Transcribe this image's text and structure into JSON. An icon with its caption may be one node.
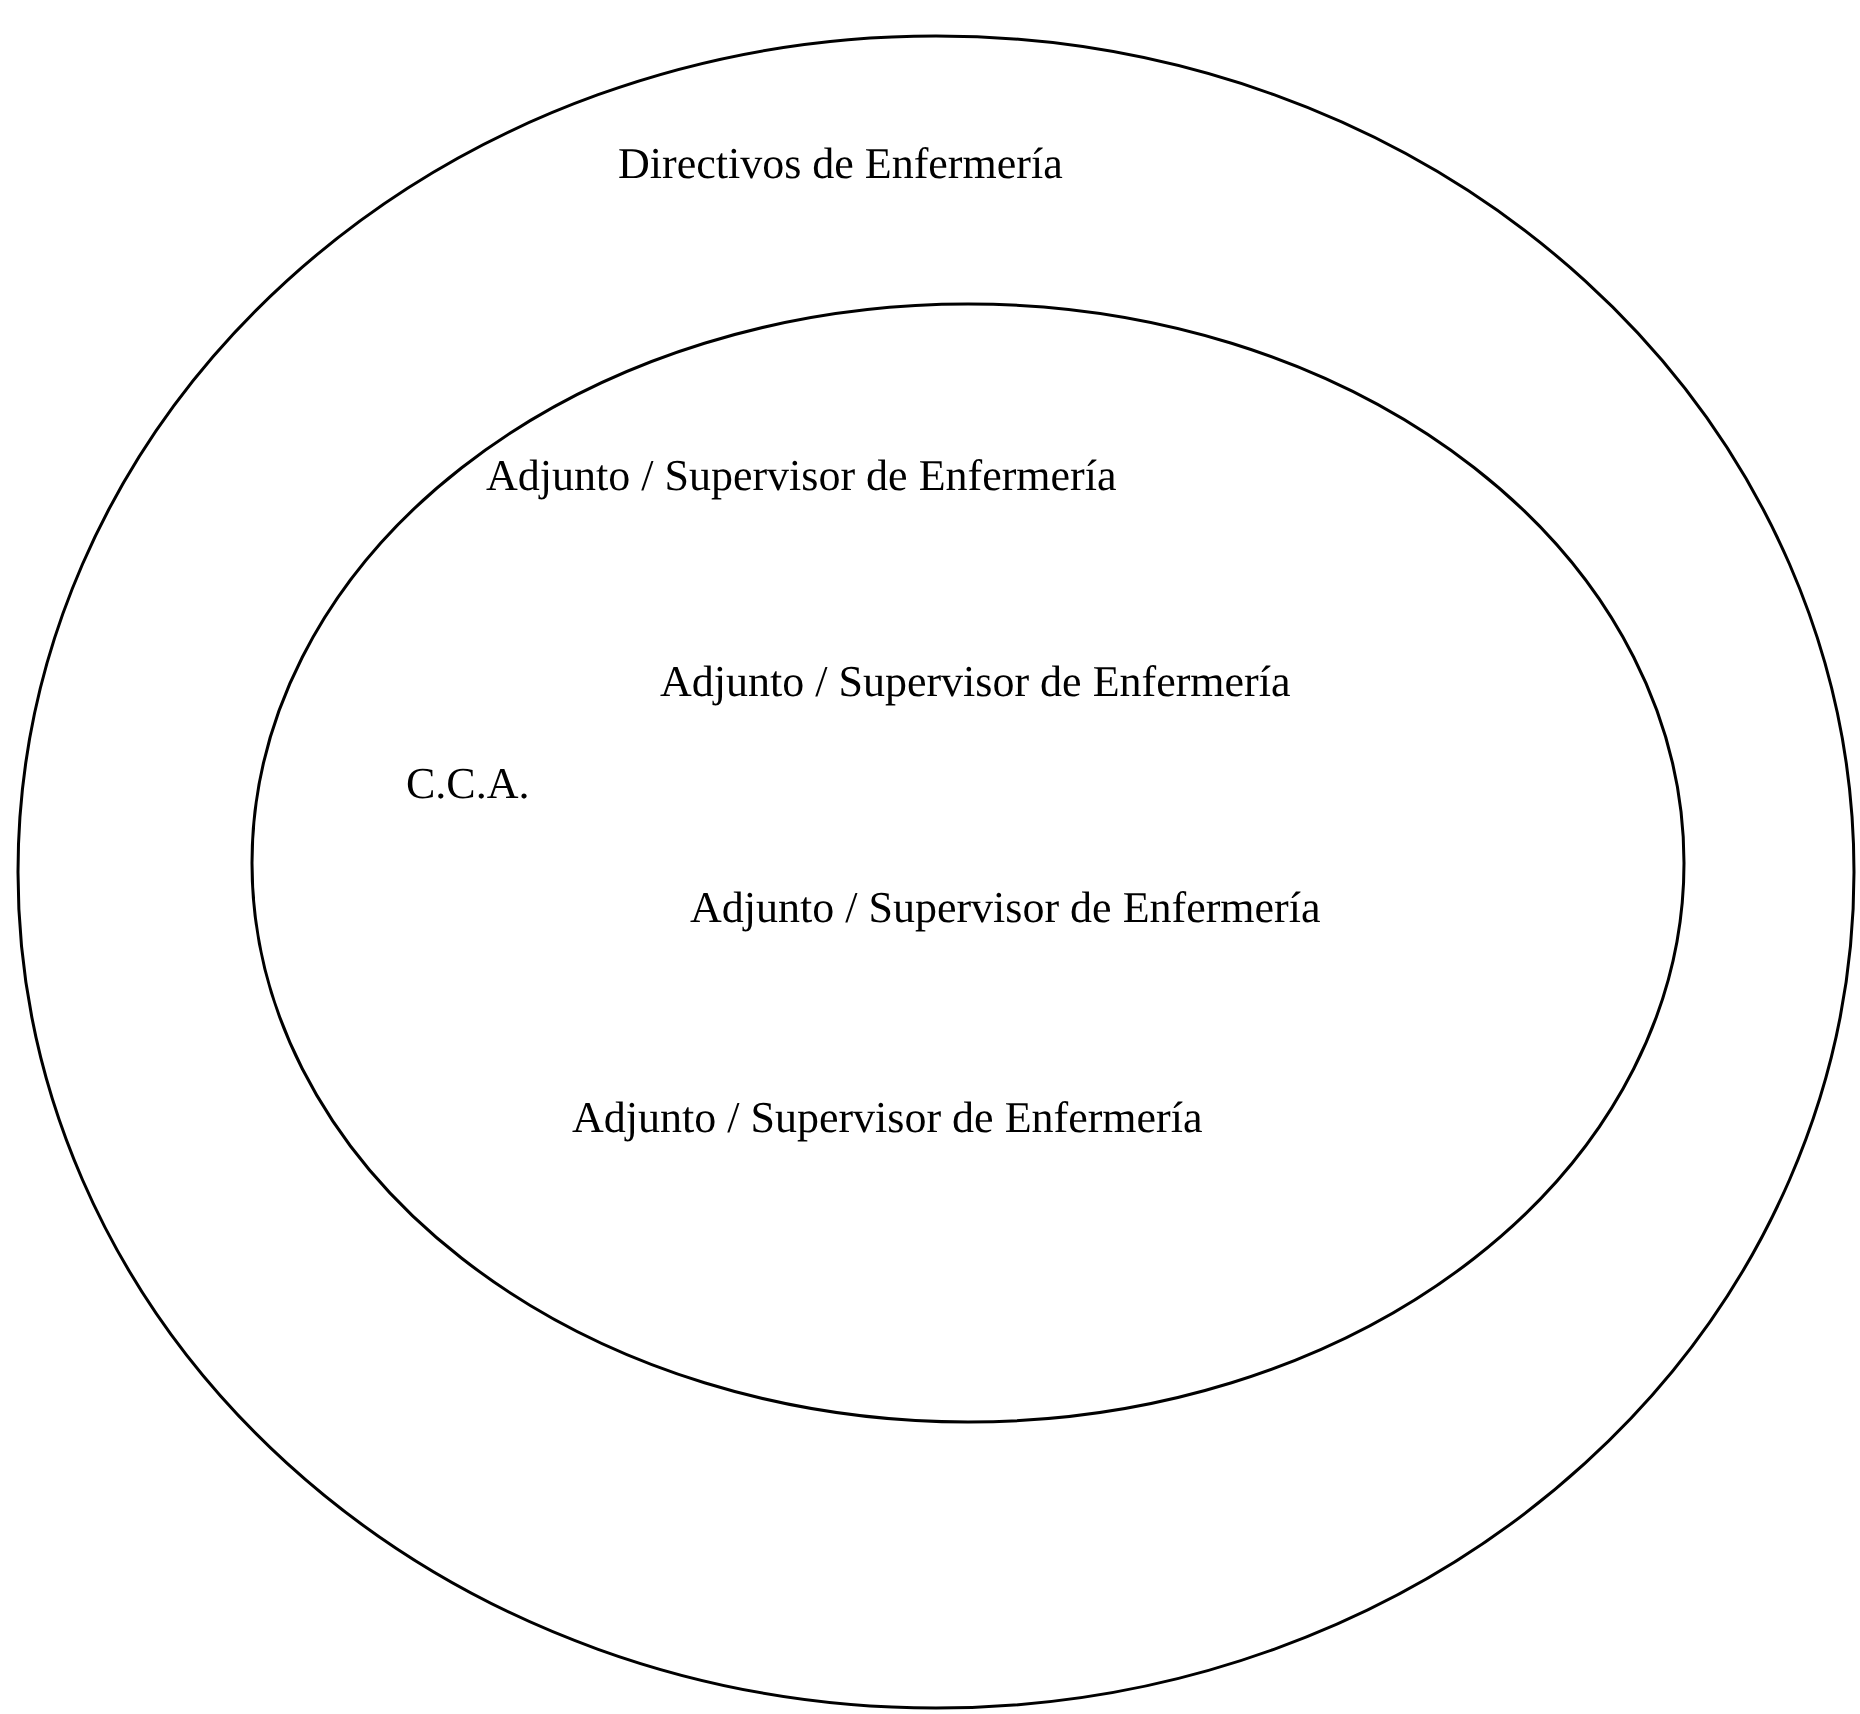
{
  "diagram": {
    "nodes": [
      {
        "text": [
          "Directivos de Enfermería"
        ]
      },
      {
        "text": [
          "Adjunto / Supervisor de Enfermería",
          "Adjunto / Supervisor de Enfermería",
          "C.C.A.",
          "Adjunto / Supervisor de Enfermería",
          "Adjunto / Supervisor de Enfermería"
        ],
        "in": 0
      }
    ]
  }
}
